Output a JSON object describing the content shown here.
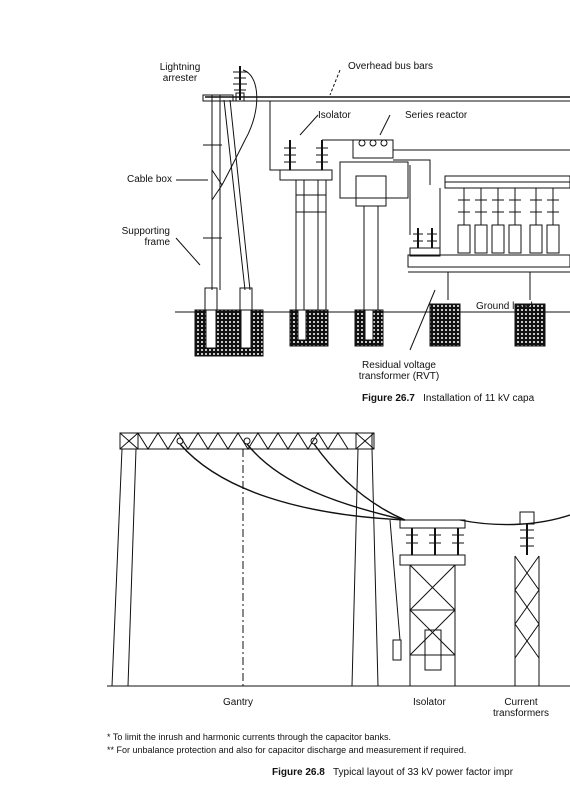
{
  "figure1": {
    "labels": {
      "lightning_arrester_1": "Lightning",
      "lightning_arrester_2": "arrester",
      "overhead_bus_bars": "Overhead bus bars",
      "isolator": "Isolator",
      "series_reactor": "Series reactor",
      "cable_box": "Cable box",
      "supporting_frame_1": "Supporting",
      "supporting_frame_2": "frame",
      "ground_level": "Ground level",
      "rvt_1": "Residual voltage",
      "rvt_2": "transformer (RVT)"
    },
    "caption": {
      "number": "Figure 26.7",
      "text": "Installation of 11 kV capa"
    }
  },
  "figure2": {
    "labels": {
      "gantry": "Gantry",
      "isolator": "Isolator",
      "current_transformers_1": "Current",
      "current_transformers_2": "transformers"
    },
    "footnotes": [
      "* To limit the inrush and harmonic currents through the capacitor banks.",
      "** For unbalance protection and also for capacitor discharge and measurement if required."
    ],
    "caption": {
      "number": "Figure 26.8",
      "text": "Typical layout of 33 kV power factor impr"
    }
  }
}
